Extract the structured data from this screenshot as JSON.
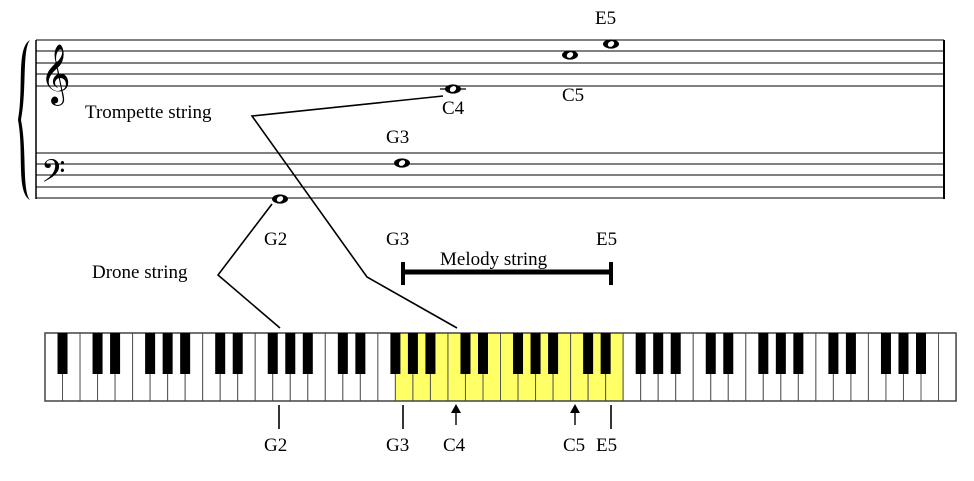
{
  "notes": {
    "e5": "E5",
    "c5": "C5",
    "c4": "C4",
    "g3": "G3",
    "g2": "G2"
  },
  "strings": {
    "trompette": "Trompette string",
    "drone": "Drone string",
    "melody": "Melody string"
  },
  "range_labels": {
    "g3": "G3",
    "e5": "E5"
  },
  "keyboard": {
    "white_key_count": 52,
    "lowest_key": "A0",
    "highlight_from": "G3",
    "highlight_to": "E5",
    "highlight_color": "#ffff66"
  },
  "markers": {
    "g2": "G2",
    "g3": "G3",
    "c4": "C4",
    "c5": "C5",
    "e5": "E5"
  },
  "clefs": {
    "treble": "treble-clef-icon",
    "bass": "bass-clef-icon"
  }
}
